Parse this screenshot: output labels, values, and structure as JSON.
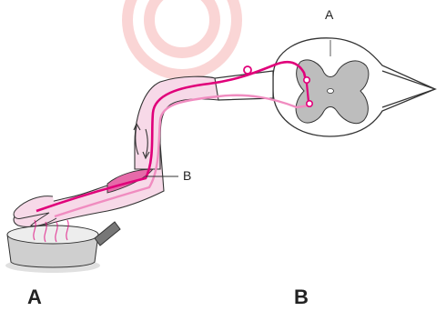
{
  "labels": {
    "spinal_cord_callout": "A",
    "muscle_callout": "B",
    "bottom_left": "A",
    "bottom_right": "B"
  },
  "colors": {
    "nerve": "#e0007a",
    "nerve_light": "#f08cc0",
    "arm_fill": "#f7d9e8",
    "watermark": "#f28a8a",
    "pot": "#cfcfcf",
    "gray_matter": "#bdbdbd"
  },
  "icons": {
    "reflex_arrows": "up-down-arrows-icon",
    "hand": "hand-icon",
    "pot": "pot-icon"
  }
}
